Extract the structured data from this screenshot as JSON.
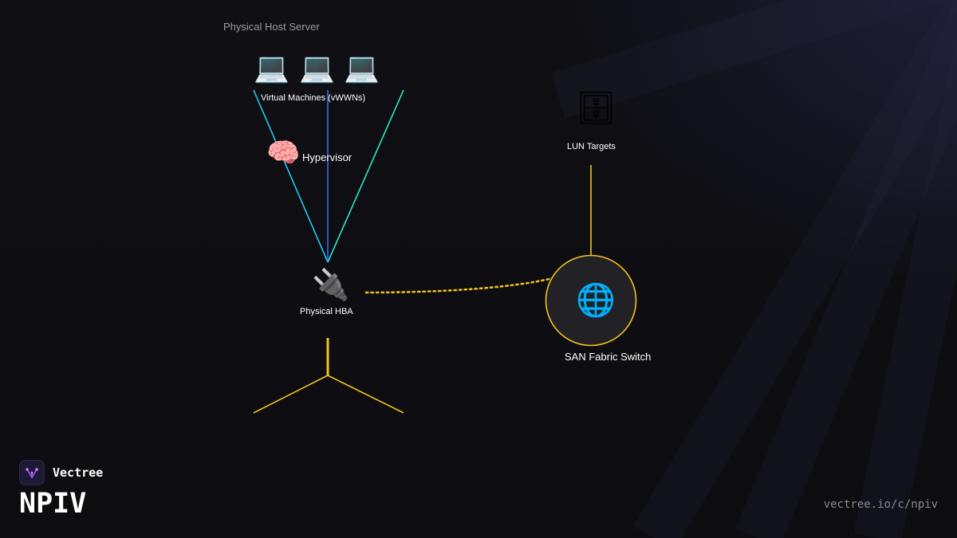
{
  "diagram": {
    "host_label": "Physical Host Server",
    "vm_label": "Virtual Machines (vWWNs)",
    "hypervisor_label": "Hypervisor",
    "hba_label": "Physical HBA",
    "lun_label": "LUN Targets",
    "switch_label": "SAN Fabric Switch",
    "icons": {
      "vm": "laptop-icon",
      "hypervisor": "brain-icon",
      "hba": "plug-icon",
      "lun": "file-cabinet-icon",
      "switch": "globe-icon"
    },
    "colors": {
      "link_cyan": "#1ec8f0",
      "link_blue": "#3a6cf0",
      "link_teal": "#2ee6c4",
      "link_yellow": "#f2c21b",
      "switch_fill": "#222226"
    }
  },
  "brand": {
    "name": "Vectree",
    "title": "NPIV",
    "url": "vectree.io/c/npiv"
  }
}
